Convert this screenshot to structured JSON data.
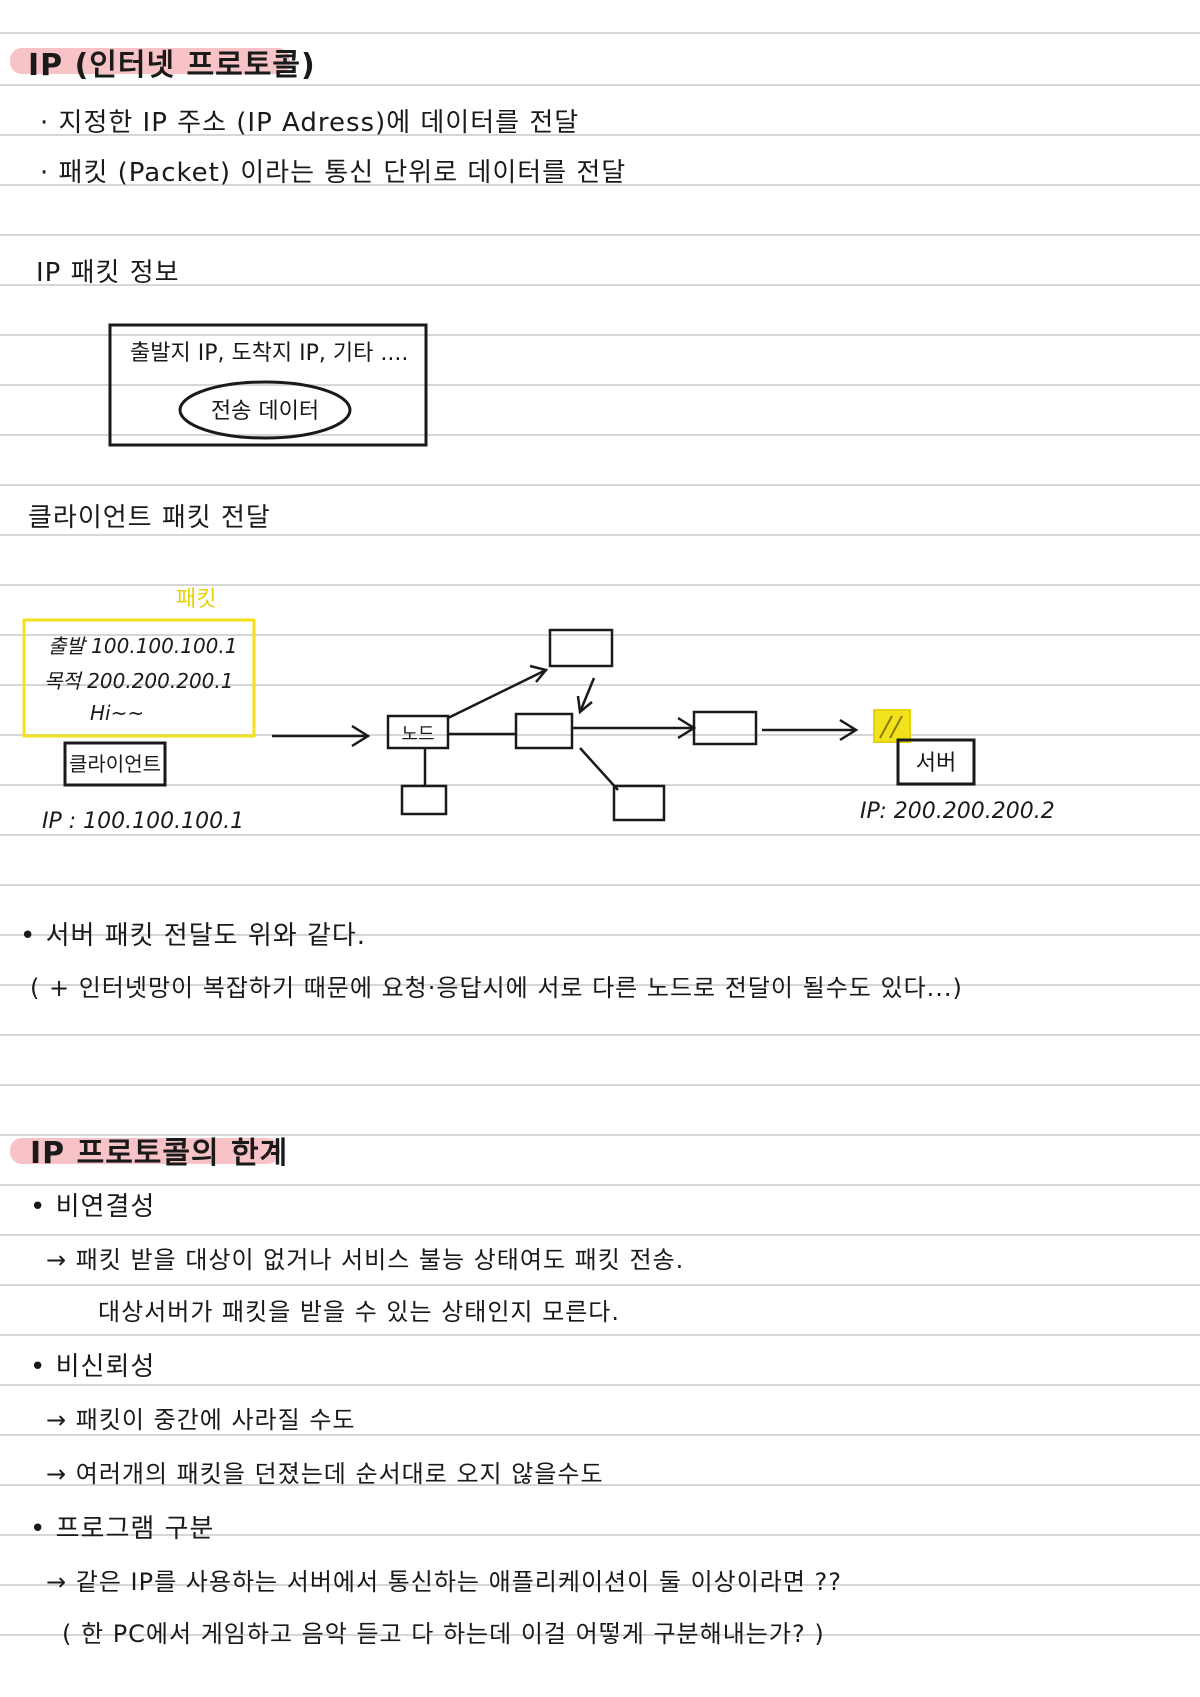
{
  "section1": {
    "title": "IP (인터넷 프로토콜)",
    "bullets": [
      "· 지정한 IP 주소 (IP Adress)에 데이터를 전달",
      "· 패킷 (Packet) 이라는 통신 단위로 데이터를 전달"
    ]
  },
  "packet_info": {
    "title": "IP 패킷 정보",
    "header_text": "출발지 IP, 도착지 IP, 기타 ....",
    "data_text": "전송 데이터"
  },
  "client_transfer": {
    "title": "클라이언트 패킷 전달",
    "packet_label": "패킷",
    "packet_lines": [
      "출발  100.100.100.1",
      "목적  200.200.200.1",
      "Hi~~"
    ],
    "client_label": "클라이언트",
    "client_ip": "IP : 100.100.100.1",
    "node_label": "노드",
    "server_label": "서버",
    "server_ip": "IP: 200.200.200.2",
    "highlight_color": "#f2e21c"
  },
  "notes": [
    "• 서버 패킷 전달도 위와 같다.",
    "( + 인터넷망이 복잡하기 때문에 요청·응답시에 서로 다른 노드로 전달이 될수도 있다...)"
  ],
  "section2": {
    "title": "IP 프로토콜의 한계",
    "items": [
      {
        "bullet": "• 비연결성",
        "lines": [
          "→ 패킷 받을 대상이 없거나 서비스 불능 상태여도 패킷 전송.",
          "대상서버가 패킷을 받을 수 있는 상태인지 모른다."
        ]
      },
      {
        "bullet": "• 비신뢰성",
        "lines": [
          "→ 패킷이 중간에 사라질 수도",
          "→ 여러개의 패킷을 던졌는데 순서대로 오지 않을수도"
        ]
      },
      {
        "bullet": "• 프로그램 구분",
        "lines": [
          "→ 같은 IP를 사용하는 서버에서 통신하는 애플리케이션이 둘 이상이라면 ??",
          "( 한 PC에서 게임하고 음악 듣고 다 하는데 이걸 어떻게 구분해내는가? )"
        ]
      }
    ]
  },
  "colors": {
    "highlight_pink": "#f7c3c6",
    "highlight_yellow": "#f2e21c",
    "ruled_line": "#d6d6d6"
  }
}
